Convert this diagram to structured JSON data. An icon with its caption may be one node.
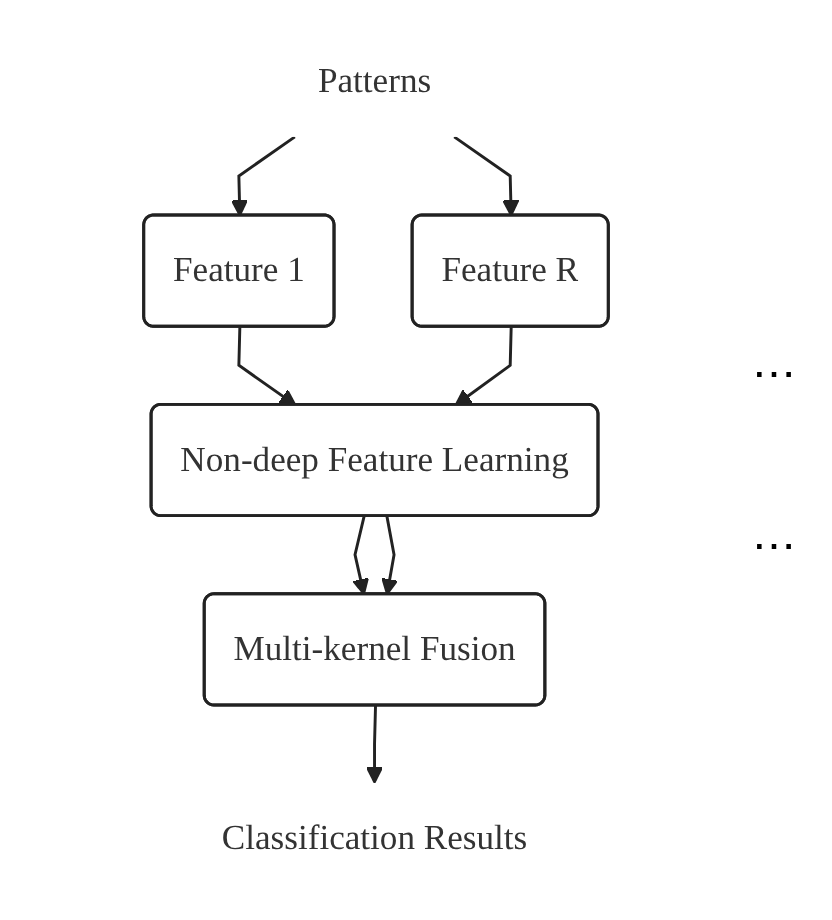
{
  "diagram": {
    "nodes": [
      {
        "text": [
          "Patterns"
        ]
      },
      {
        "text": [
          "Feature 1"
        ]
      },
      {
        "text": [
          "Feature R"
        ]
      },
      {
        "text": [
          "Non-deep Feature Learning"
        ]
      },
      {
        "text": [
          "Multi-kernel Fusion"
        ]
      },
      {
        "text": [
          "Classification Results"
        ]
      }
    ],
    "edges": [
      {
        "from": 0,
        "to": 1,
        "arrow": "to"
      },
      {
        "from": 0,
        "to": 2,
        "arrow": "to"
      },
      {
        "from": 1,
        "to": 3,
        "arrow": "to"
      },
      {
        "from": 2,
        "to": 3,
        "arrow": "to"
      },
      {
        "from": 3,
        "to": 4,
        "arrow": "to"
      },
      {
        "from": 3,
        "to": 4,
        "arrow": "to"
      },
      {
        "from": 4,
        "to": 5,
        "arrow": "to"
      }
    ],
    "labels": [
      "⋯",
      "⋯"
    ]
  }
}
